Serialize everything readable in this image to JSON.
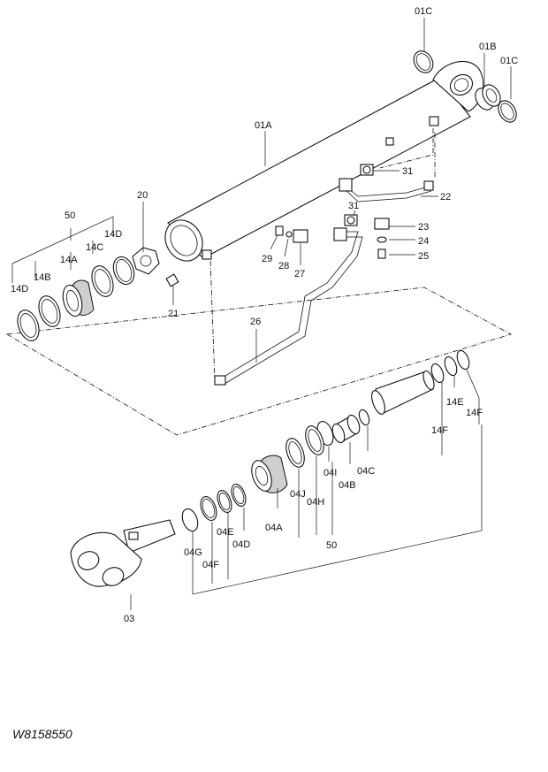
{
  "drawing_code": "W8158550",
  "labels": {
    "p01C_top": "01C",
    "p01B": "01B",
    "p01C_right": "01C",
    "p01A": "01A",
    "p31_upper": "31",
    "p22": "22",
    "p31_lower": "31",
    "p23": "23",
    "p24": "24",
    "p25": "25",
    "p29": "29",
    "p28": "28",
    "p27": "27",
    "p26": "26",
    "p20": "20",
    "p21": "21",
    "p50_upper": "50",
    "p14D_upper": "14D",
    "p14C_upper": "14C",
    "p14A": "14A",
    "p14B": "14B",
    "p14D_left": "14D",
    "p14E": "14E",
    "p14F_right": "14F",
    "p14F_left": "14F",
    "p04I": "04I",
    "p04C": "04C",
    "p04B": "04B",
    "p04J": "04J",
    "p04H": "04H",
    "p04A": "04A",
    "p50_lower": "50",
    "p04G": "04G",
    "p04E": "04E",
    "p04F": "04F",
    "p04D": "04D",
    "p03": "03"
  }
}
